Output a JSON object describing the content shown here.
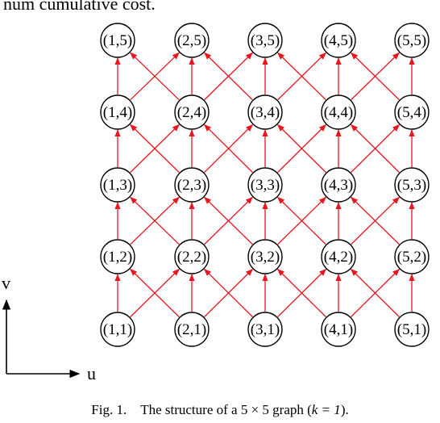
{
  "top_text": "num cumulative cost.",
  "grid": {
    "cols": 5,
    "rows": 5,
    "k": 1
  },
  "axes": {
    "u_label": "u",
    "v_label": "v"
  },
  "caption": {
    "prefix": "Fig. 1.",
    "text": "The structure of a 5 × 5 graph (",
    "k_expr": "k = 1",
    "suffix": ")."
  },
  "colors": {
    "edge": "#e8161f",
    "node_stroke": "#000000"
  }
}
